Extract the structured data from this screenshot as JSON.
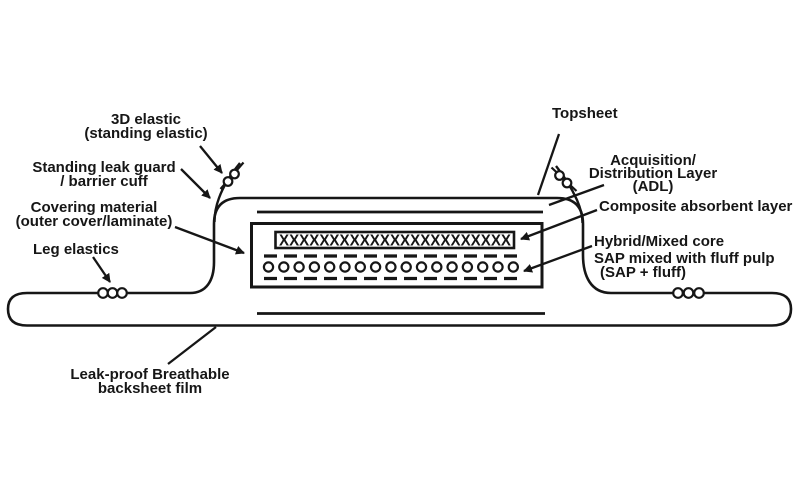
{
  "diagram": {
    "labels": {
      "three_d_elastic": [
        "3D elastic",
        "(standing elastic)"
      ],
      "standing_leak_guard": [
        "Standing leak guard",
        "/ barrier cuff"
      ],
      "covering_material": [
        "Covering material",
        "(outer cover/laminate)"
      ],
      "leg_elastics": [
        "Leg elastics"
      ],
      "topsheet": [
        "Topsheet"
      ],
      "acquisition_distribution_layer": [
        "Acquisition/",
        "Distribution Layer",
        "(ADL)"
      ],
      "composite_absorbent_layer": [
        "Composite absorbent layer"
      ],
      "hybrid_mixed_core": [
        "Hybrid/Mixed core"
      ],
      "sap_fluff": [
        "SAP mixed with fluff pulp",
        "(SAP + fluff)"
      ],
      "backsheet": [
        "Leak-proof Breathable",
        "backsheet film"
      ]
    },
    "core_hatch_text": "XXXXXXXXXXXXXXXXXXXXXXX",
    "colors": {
      "ink": "#161616",
      "background": "#ffffff"
    }
  }
}
